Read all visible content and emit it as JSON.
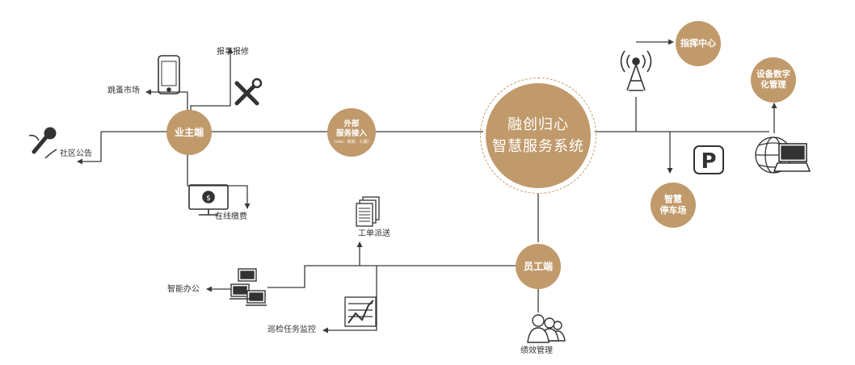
{
  "center": {
    "line1": "融创归心",
    "line2": "智慧服务系统"
  },
  "nodes": {
    "owner": "业主端",
    "external": {
      "line1": "外部",
      "line2": "服务接入",
      "sub": "（obe、链家、公服）"
    },
    "staff": "员工端",
    "command": "指挥中心",
    "parking": {
      "line1": "智慧",
      "line2": "停车场"
    },
    "device": {
      "line1": "设备数字",
      "line2": "化管理"
    }
  },
  "labels": {
    "report_repair": "报事报修",
    "flea_market": "跳蚤市场",
    "community_notice": "社区公告",
    "online_payment": "在线缴费",
    "work_order": "工单派送",
    "smart_office": "智能办公",
    "patrol_monitor": "巡检任务监控",
    "performance": "绩效管理"
  },
  "colors": {
    "accent": "#c19a6b",
    "line": "#3a3a3a"
  },
  "icons": [
    "phone-icon",
    "tools-icon",
    "microphone-icon",
    "payment-monitor-icon",
    "document-icon",
    "computers-icon",
    "chart-icon",
    "people-icon",
    "radio-tower-icon",
    "parking-icon",
    "globe-laptop-icon"
  ]
}
